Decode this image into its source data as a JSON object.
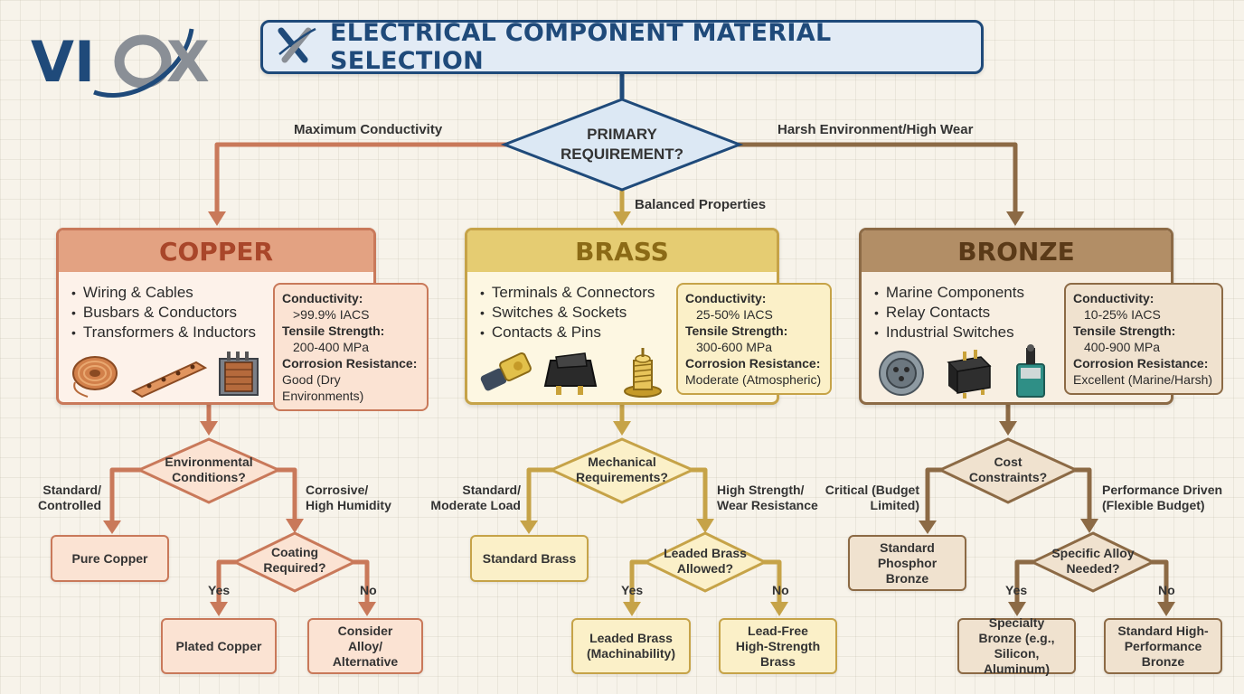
{
  "logo": {
    "text_left": "VI",
    "text_right": "X",
    "ring_letter": "O"
  },
  "title": {
    "text": "ELECTRICAL COMPONENT MATERIAL SELECTION",
    "icon": "x-swoosh-icon"
  },
  "colors": {
    "navy": "#1f4a7a",
    "copper": "#c9795a",
    "brass": "#c6a348",
    "bronze": "#8c6a45",
    "copper_header": "#d98f6b",
    "brass_header": "#e0c466",
    "bronze_header": "#a5805a"
  },
  "primary": {
    "question": "PRIMARY REQUIREMENT?",
    "left_label": "Maximum Conductivity",
    "middle_label": "Balanced Properties",
    "right_label": "Harsh Environment/High Wear"
  },
  "materials": {
    "copper": {
      "name": "COPPER",
      "uses": [
        "Wiring & Cables",
        "Busbars & Conductors",
        "Transformers & Inductors"
      ],
      "specs": {
        "conductivity_label": "Conductivity:",
        "conductivity": ">99.9% IACS",
        "tensile_label": "Tensile Strength:",
        "tensile": "200-400 MPa",
        "corrosion_label": "Corrosion Resistance:",
        "corrosion": "Good (Dry Environments)"
      },
      "icons": [
        "copper-wire-coil-icon",
        "busbar-icon",
        "transformer-icon"
      ]
    },
    "brass": {
      "name": "BRASS",
      "uses": [
        "Terminals & Connectors",
        "Switches & Sockets",
        "Contacts & Pins"
      ],
      "specs": {
        "conductivity_label": "Conductivity:",
        "conductivity": "25-50% IACS",
        "tensile_label": "Tensile Strength:",
        "tensile": "300-600 MPa",
        "corrosion_label": "Corrosion Resistance:",
        "corrosion": "Moderate (Atmospheric)"
      },
      "icons": [
        "brass-connector-icon",
        "rocker-switch-icon",
        "threaded-pin-icon"
      ]
    },
    "bronze": {
      "name": "BRONZE",
      "uses": [
        "Marine Components",
        "Relay Contacts",
        "Industrial Switches"
      ],
      "specs": {
        "conductivity_label": "Conductivity:",
        "conductivity": "10-25% IACS",
        "tensile_label": "Tensile Strength:",
        "tensile": "400-900 MPa",
        "corrosion_label": "Corrosion Resistance:",
        "corrosion": "Excellent (Marine/Harsh)"
      },
      "icons": [
        "marine-connector-icon",
        "relay-icon",
        "limit-switch-icon"
      ]
    }
  },
  "copper_tree": {
    "q1": "Environmental Conditions?",
    "q1_left": "Standard/ Controlled",
    "q1_right": "Corrosive/ High Humidity",
    "leaf_standard": "Pure Copper",
    "q2": "Coating Required?",
    "q2_yes": "Yes",
    "q2_no": "No",
    "leaf_yes": "Plated Copper",
    "leaf_no": "Consider Alloy/ Alternative"
  },
  "brass_tree": {
    "q1": "Mechanical Requirements?",
    "q1_left": "Standard/ Moderate Load",
    "q1_right": "High Strength/ Wear Resistance",
    "leaf_standard": "Standard Brass",
    "q2": "Leaded Brass Allowed?",
    "q2_yes": "Yes",
    "q2_no": "No",
    "leaf_yes": "Leaded Brass (Machinability)",
    "leaf_no": "Lead-Free High-Strength Brass"
  },
  "bronze_tree": {
    "q1": "Cost Constraints?",
    "q1_left": "Critical (Budget Limited)",
    "q1_right": "Performance Driven (Flexible Budget)",
    "leaf_standard": "Standard Phosphor Bronze",
    "q2": "Specific Alloy Needed?",
    "q2_yes": "Yes",
    "q2_no": "No",
    "leaf_yes": "Specialty Bronze (e.g., Silicon, Aluminum)",
    "leaf_no": "Standard High-Performance Bronze"
  }
}
